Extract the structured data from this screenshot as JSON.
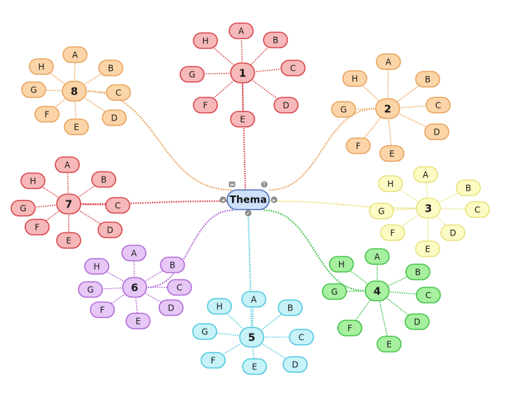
{
  "root": {
    "label": "Thema",
    "fill": "#cfe0fb",
    "stroke": "#4a6fb8"
  },
  "root_controls": [
    {
      "name": "notes-icon",
      "glyph": "≡"
    },
    {
      "name": "task-icon",
      "glyph": "T"
    },
    {
      "name": "collapse-left-icon",
      "glyph": "◂"
    },
    {
      "name": "collapse-right-icon",
      "glyph": "▸"
    },
    {
      "name": "check-icon",
      "glyph": "✓"
    }
  ],
  "branches": [
    {
      "label": "1",
      "fill": "#f6b8b8",
      "stroke": "#d9444a",
      "line": "#d9444a",
      "children": [
        "A",
        "B",
        "C",
        "D",
        "E",
        "F",
        "G",
        "H"
      ]
    },
    {
      "label": "2",
      "fill": "#fbd5a8",
      "stroke": "#e8a25a",
      "line": "#e8a25a",
      "children": [
        "A",
        "B",
        "C",
        "D",
        "E",
        "F",
        "G",
        "H"
      ]
    },
    {
      "label": "3",
      "fill": "#fdfbc4",
      "stroke": "#e8e07a",
      "line": "#e8e07a",
      "children": [
        "A",
        "B",
        "C",
        "D",
        "E",
        "F",
        "G",
        "H"
      ]
    },
    {
      "label": "4",
      "fill": "#a6f0a0",
      "stroke": "#45c24a",
      "line": "#45c24a",
      "children": [
        "A",
        "B",
        "C",
        "D",
        "E",
        "F",
        "G",
        "H"
      ]
    },
    {
      "label": "5",
      "fill": "#c6f2f8",
      "stroke": "#4fc8de",
      "line": "#4fc8de",
      "children": [
        "A",
        "B",
        "C",
        "D",
        "E",
        "F",
        "G",
        "H"
      ]
    },
    {
      "label": "6",
      "fill": "#e6c7f6",
      "stroke": "#b06ad6",
      "line": "#b06ad6",
      "children": [
        "A",
        "B",
        "C",
        "D",
        "E",
        "F",
        "G",
        "H"
      ]
    },
    {
      "label": "7",
      "fill": "#f6b8b8",
      "stroke": "#d9444a",
      "line": "#d9444a",
      "children": [
        "A",
        "B",
        "C",
        "D",
        "E",
        "F",
        "G",
        "H"
      ]
    },
    {
      "label": "8",
      "fill": "#fbd5a8",
      "stroke": "#e8a25a",
      "line": "#e8a25a",
      "children": [
        "A",
        "B",
        "C",
        "D",
        "E",
        "F",
        "G",
        "H"
      ]
    }
  ]
}
